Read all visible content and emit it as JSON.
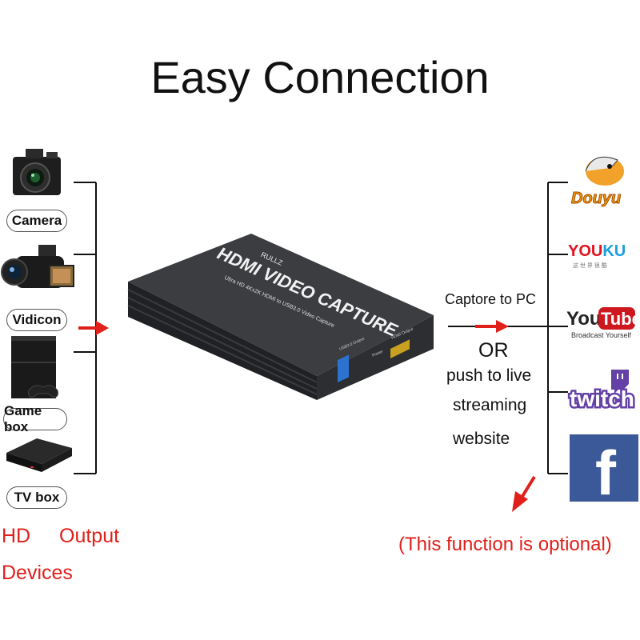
{
  "title": "Easy Connection",
  "devices": [
    {
      "label": "Camera",
      "icon": "camera-icon"
    },
    {
      "label": "Vidicon",
      "icon": "camcorder-icon"
    },
    {
      "label": "Game box",
      "icon": "game-console-icon"
    },
    {
      "label": "TV box",
      "icon": "tv-box-icon"
    }
  ],
  "left_caption": {
    "line1_a": "HD",
    "line1_b": "Output",
    "line2": "Devices"
  },
  "capture_device": {
    "brand": "RULLZ",
    "name": "HDMI VIDEO CAPTURE",
    "subtitle": "Ultra HD 4Kx2K HDMI to USB3.0 Video Capture",
    "port_usb": "USB3.0 Output",
    "port_power": "Power",
    "port_hdmi": "HDMI Output"
  },
  "middle_text": {
    "capture": "Captore to PC",
    "or": "OR",
    "push1": "push to live",
    "push2": "streaming",
    "push3": "website"
  },
  "platforms": [
    {
      "name": "Douyu",
      "icon": "douyu-logo"
    },
    {
      "name": "YOUKU",
      "sub": "这 世 界 很 酷",
      "icon": "youku-logo"
    },
    {
      "name": "YouTube",
      "sub": "Broadcast Yourself",
      "icon": "youtube-logo"
    },
    {
      "name": "twitch",
      "icon": "twitch-logo"
    },
    {
      "name": "f",
      "icon": "facebook-logo"
    }
  ],
  "optional_note": "(This function is optional)",
  "colors": {
    "accent_red": "#e0201a",
    "facebook_blue": "#3b5998",
    "youtube_red": "#cc181e",
    "twitch_purple": "#6441a5",
    "youku_red": "#e3121f",
    "youku_blue": "#1a9ee0"
  }
}
